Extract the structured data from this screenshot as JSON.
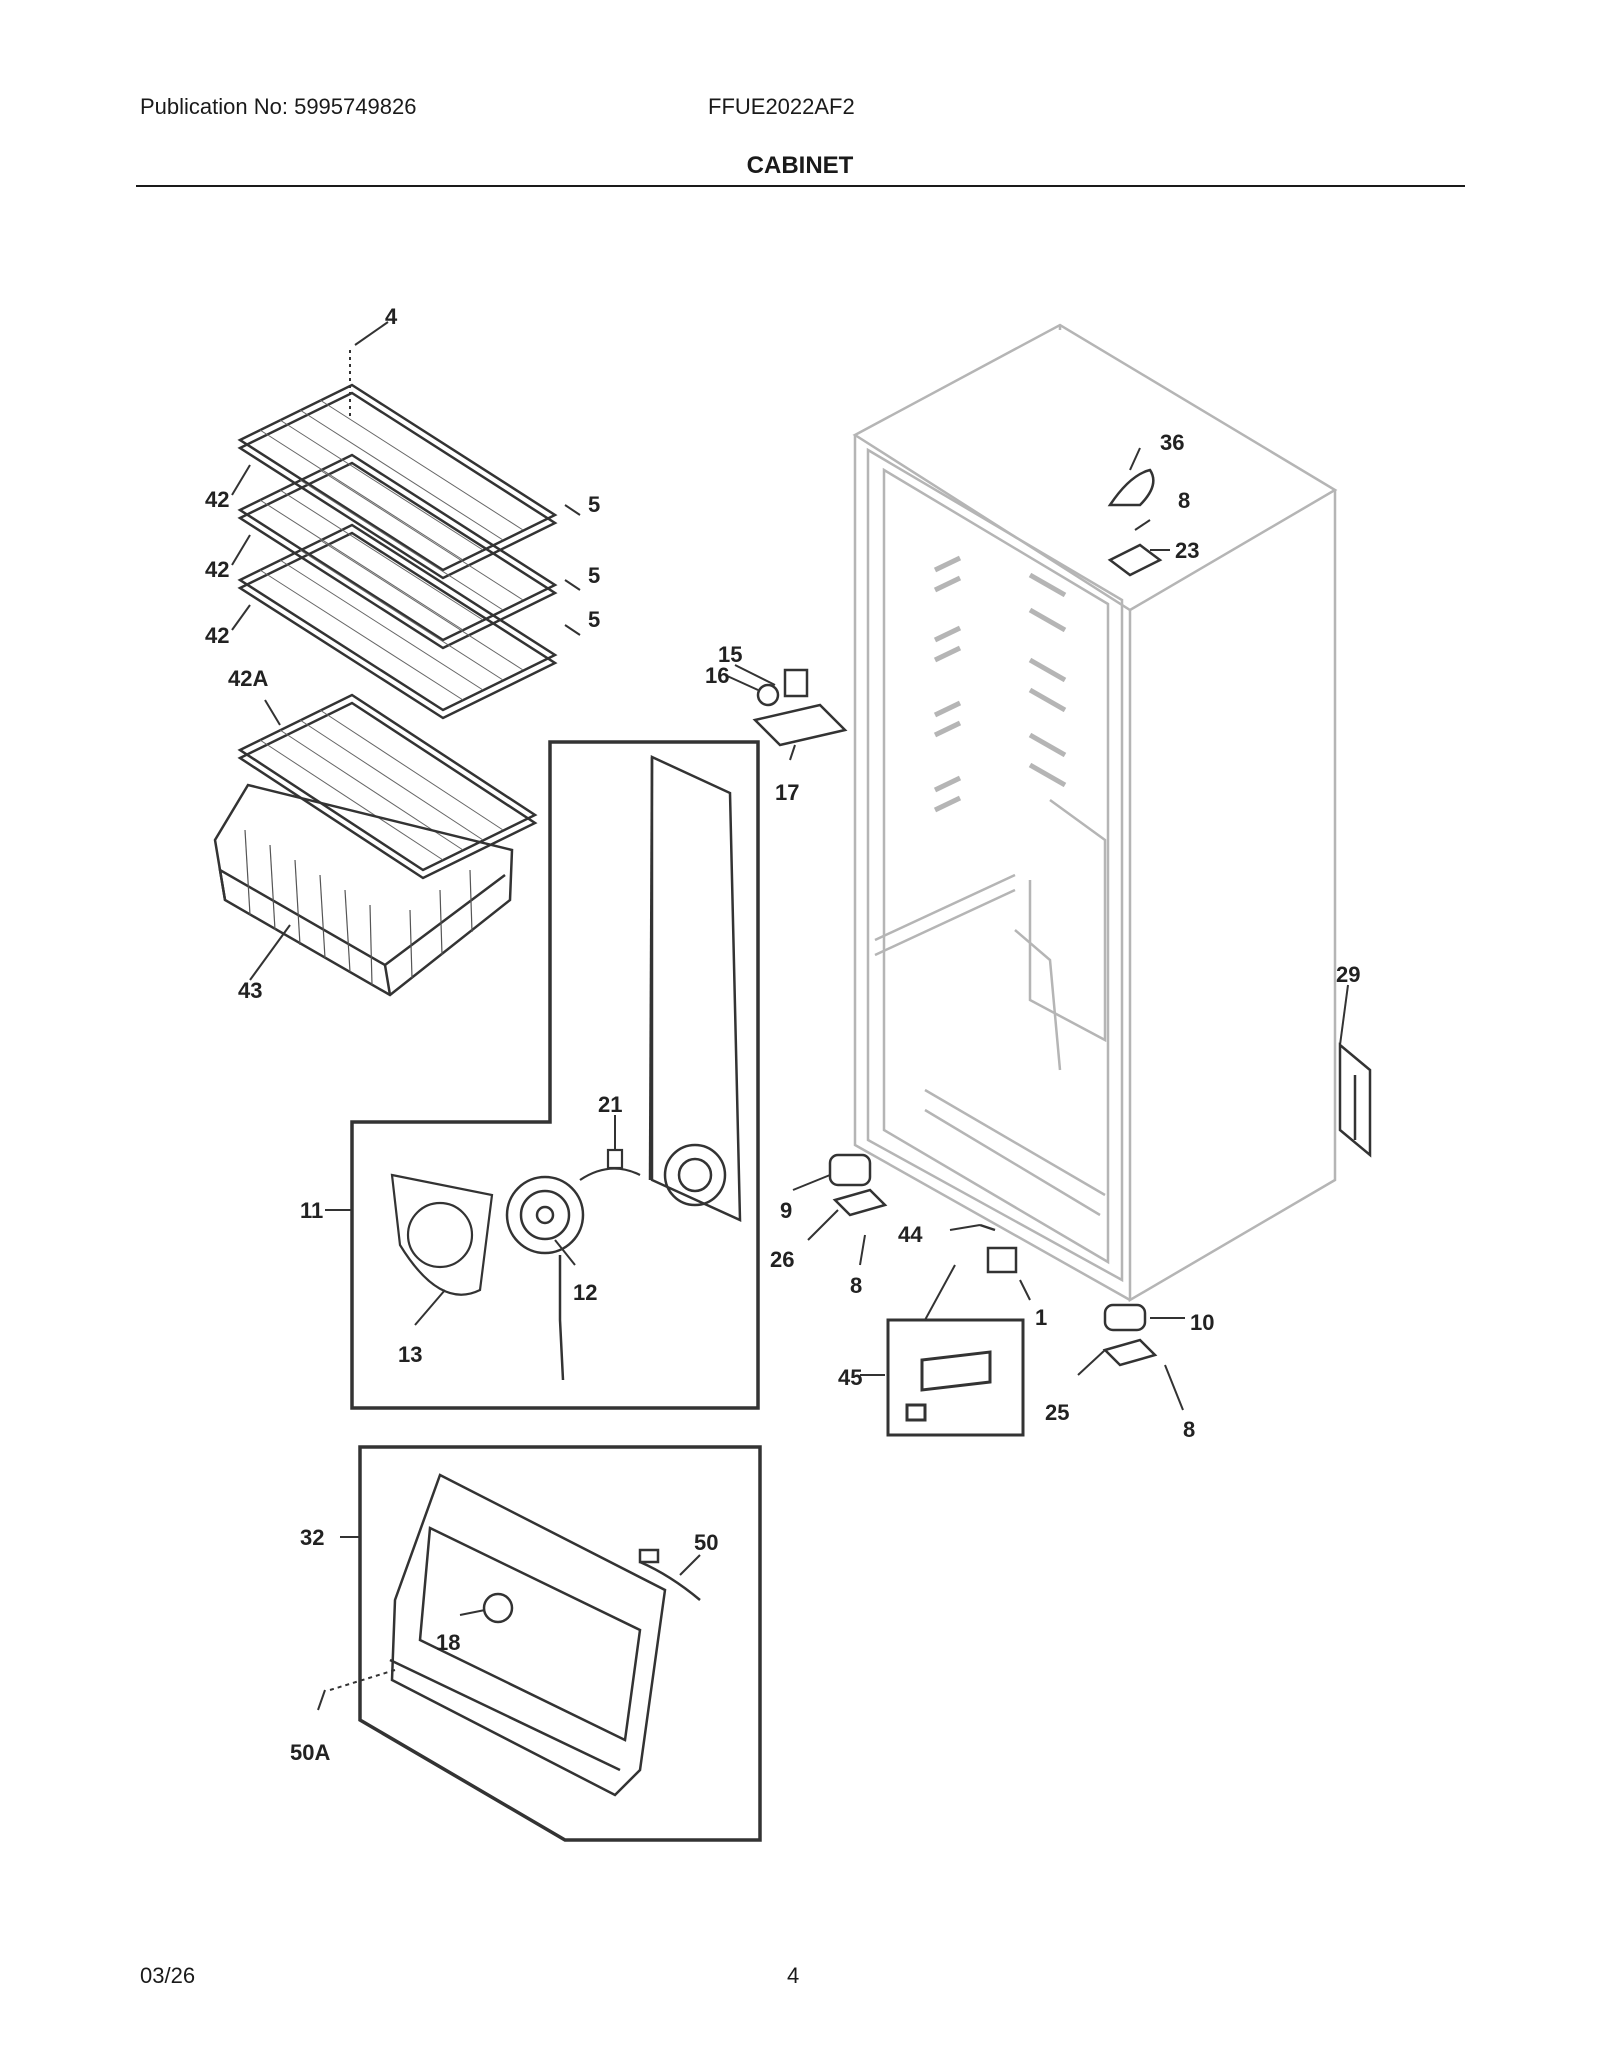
{
  "header": {
    "publication": "Publication No: 5995749826",
    "model": "FFUE2022AF2",
    "title": "CABINET"
  },
  "footer": {
    "date": "03/26",
    "page": "4"
  },
  "callouts": {
    "c1": "1",
    "c4": "4",
    "c5a": "5",
    "c5b": "5",
    "c5c": "5",
    "c8a": "8",
    "c8b": "8",
    "c8c": "8",
    "c9": "9",
    "c10": "10",
    "c11": "11",
    "c12": "12",
    "c13": "13",
    "c15": "15",
    "c16": "16",
    "c17": "17",
    "c18": "18",
    "c21": "21",
    "c23": "23",
    "c25": "25",
    "c26": "26",
    "c29": "29",
    "c32": "32",
    "c36": "36",
    "c42a": "42",
    "c42b": "42",
    "c42c": "42",
    "c42A": "42A",
    "c43": "43",
    "c44": "44",
    "c45": "45",
    "c50": "50",
    "c50A": "50A"
  }
}
